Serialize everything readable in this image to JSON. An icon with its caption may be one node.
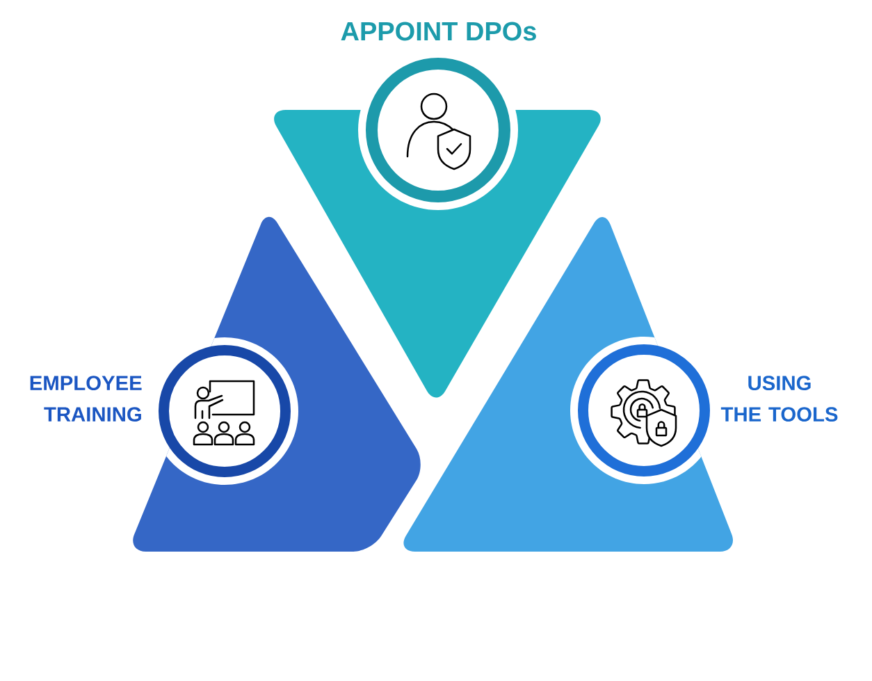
{
  "diagram": {
    "nodes": [
      {
        "text": [
          "APPOINT DPOs"
        ]
      },
      {
        "text": [
          "EMPLOYEE TRAINING"
        ]
      },
      {
        "text": [
          "USING THE TOOLS"
        ]
      }
    ]
  }
}
